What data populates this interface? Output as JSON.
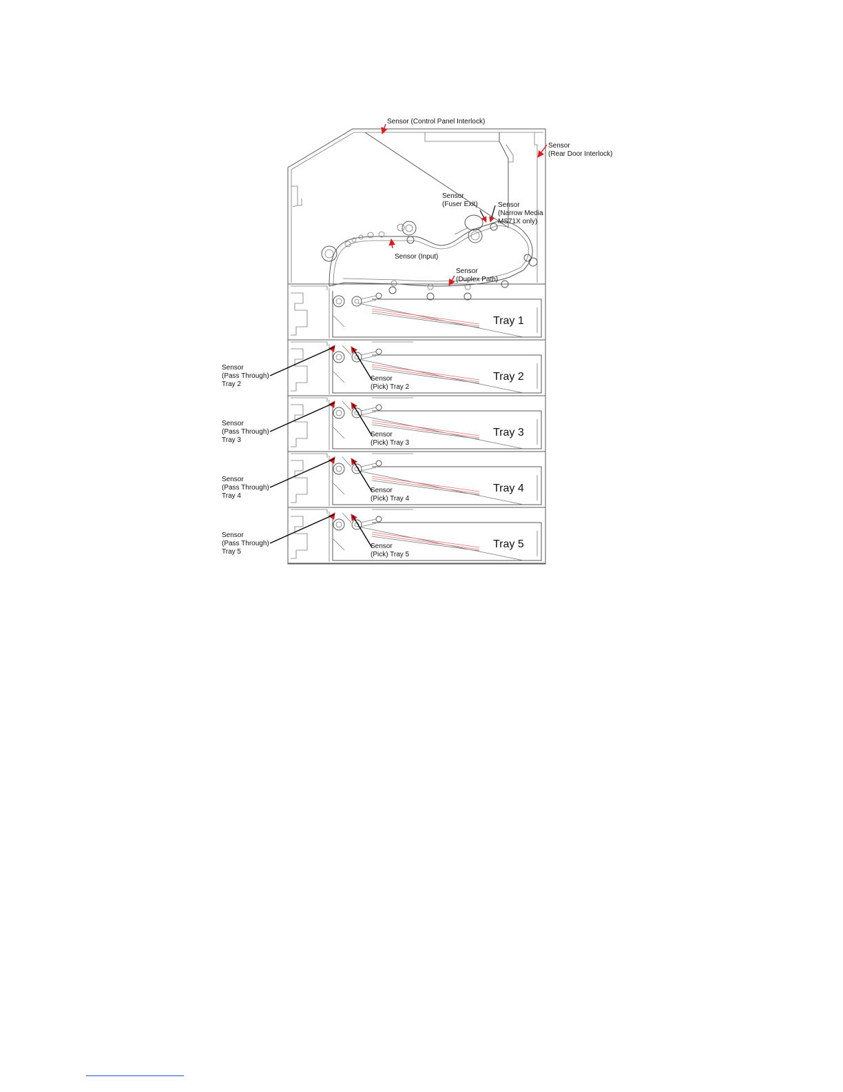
{
  "colors": {
    "sensor_arrow": "#d62020",
    "outline": "#555555",
    "paper_path": "#e07070",
    "footer_rule": "#2b4fd6"
  },
  "labels": {
    "control_panel": [
      "Sensor (Control Panel Interlock)"
    ],
    "rear_door": [
      "Sensor",
      "(Rear Door Interlock)"
    ],
    "fuser_exit": [
      "Sensor",
      "(Fuser Exit)"
    ],
    "narrow_media": [
      "Sensor",
      "(Narrow Media",
      "MS71X only)"
    ],
    "input": [
      "Sensor (Input)"
    ],
    "duplex": [
      "Sensor",
      "(Duplex Path)"
    ]
  },
  "trays": [
    {
      "name": "Tray 1",
      "pass_through": [],
      "pick": []
    },
    {
      "name": "Tray 2",
      "pass_through": [
        "Sensor",
        "(Pass Through)",
        "Tray 2"
      ],
      "pick": [
        "Sensor",
        "(Pick) Tray 2"
      ]
    },
    {
      "name": "Tray 3",
      "pass_through": [
        "Sensor",
        "(Pass Through)",
        "Tray 3"
      ],
      "pick": [
        "Sensor",
        "(Pick) Tray 3"
      ]
    },
    {
      "name": "Tray 4",
      "pass_through": [
        "Sensor",
        "(Pass Through)",
        "Tray 4"
      ],
      "pick": [
        "Sensor",
        "(Pick) Tray 4"
      ]
    },
    {
      "name": "Tray 5",
      "pass_through": [
        "Sensor",
        "(Pass Through)",
        "Tray 5"
      ],
      "pick": [
        "Sensor",
        "(Pick) Tray 5"
      ]
    }
  ]
}
